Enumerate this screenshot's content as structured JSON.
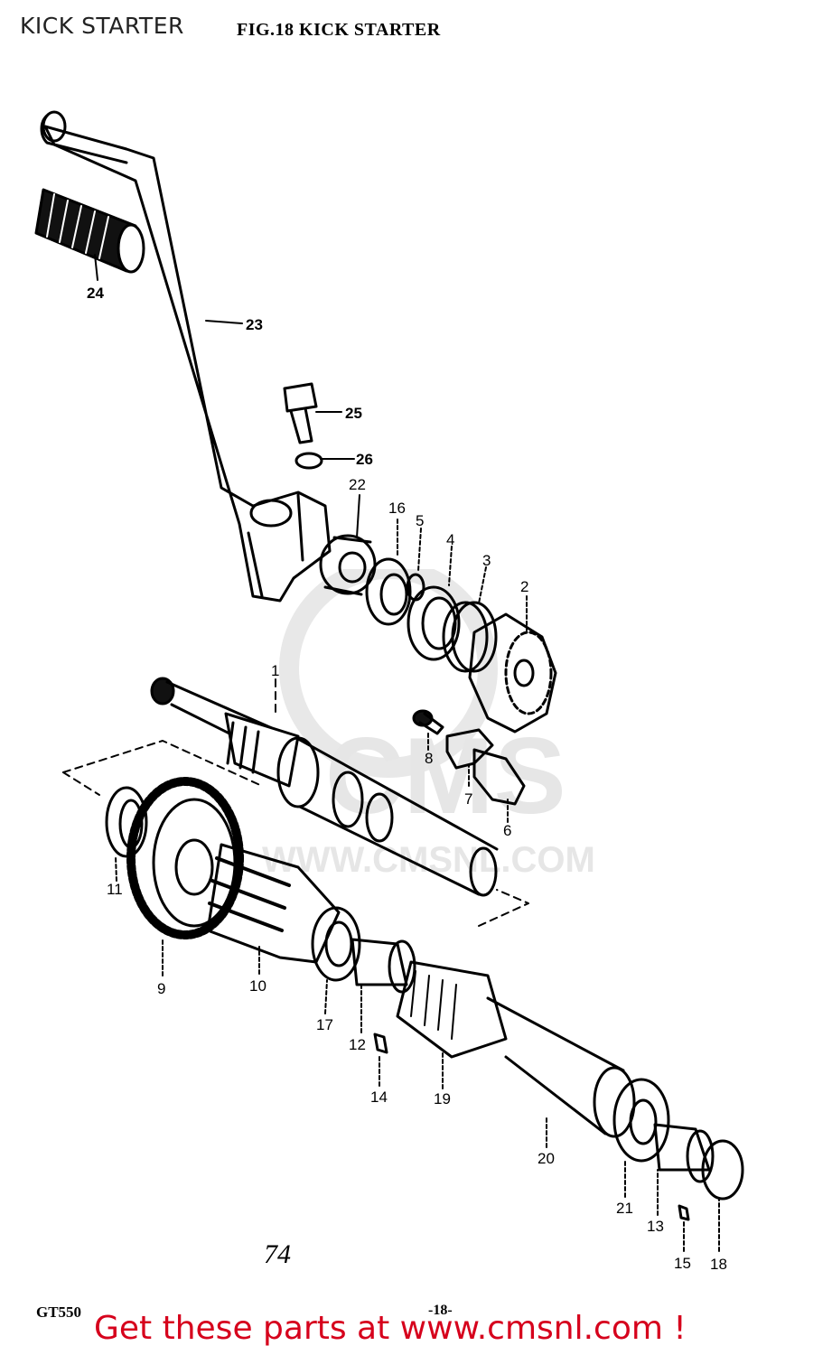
{
  "page": {
    "title": "KICK STARTER",
    "figure_title": "FIG.18  KICK STARTER",
    "page_number": "74",
    "model_code": "GT550",
    "sheet_number": "-18-",
    "banner": "Get these parts at www.cmsnl.com !"
  },
  "watermark": {
    "brand": "CMS",
    "url": "WWW.CMSNL.COM"
  },
  "callouts": [
    {
      "id": "c23",
      "label": "23"
    },
    {
      "id": "c24",
      "label": "24"
    },
    {
      "id": "c25",
      "label": "25"
    },
    {
      "id": "c26",
      "label": "26"
    },
    {
      "id": "c22",
      "label": "22"
    },
    {
      "id": "c16",
      "label": "16"
    },
    {
      "id": "c5",
      "label": "5"
    },
    {
      "id": "c4",
      "label": "4"
    },
    {
      "id": "c3",
      "label": "3"
    },
    {
      "id": "c2",
      "label": "2"
    },
    {
      "id": "c1",
      "label": "1"
    },
    {
      "id": "c8",
      "label": "8"
    },
    {
      "id": "c7",
      "label": "7"
    },
    {
      "id": "c6",
      "label": "6"
    },
    {
      "id": "c11",
      "label": "11"
    },
    {
      "id": "c9",
      "label": "9"
    },
    {
      "id": "c10",
      "label": "10"
    },
    {
      "id": "c17",
      "label": "17"
    },
    {
      "id": "c12",
      "label": "12"
    },
    {
      "id": "c14",
      "label": "14"
    },
    {
      "id": "c19",
      "label": "19"
    },
    {
      "id": "c20",
      "label": "20"
    },
    {
      "id": "c21",
      "label": "21"
    },
    {
      "id": "c13",
      "label": "13"
    },
    {
      "id": "c15",
      "label": "15"
    },
    {
      "id": "c18",
      "label": "18"
    }
  ],
  "colors": {
    "line": "#000000",
    "banner": "#d6001c",
    "watermark": "#e6e6e6"
  }
}
